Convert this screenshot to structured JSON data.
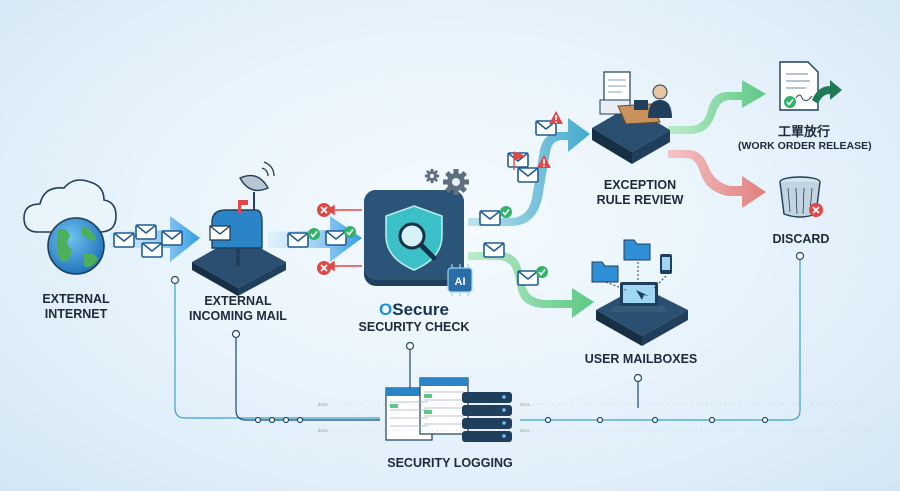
{
  "nodes": {
    "internet": {
      "line1": "EXTERNAL",
      "line2": "INTERNET"
    },
    "incoming": {
      "line1": "EXTERNAL",
      "line2": "INCOMING MAIL"
    },
    "security": {
      "brand_mark": "O",
      "brand_name": "Secure",
      "label": "SECURITY CHECK",
      "chip": "AI"
    },
    "exception": {
      "line1": "EXCEPTION",
      "line2": "RULE REVIEW"
    },
    "mailboxes": {
      "label": "USER MAILBOXES"
    },
    "release": {
      "label_cn": "工單放行",
      "label_en": "(WORK ORDER RELEASE)"
    },
    "discard": {
      "label": "DISCARD"
    },
    "logging": {
      "label": "SECURITY LOGGING"
    }
  },
  "colors": {
    "flow_blue": "#2f9be3",
    "flow_green": "#6ccf8e",
    "flow_red": "#e38b8b",
    "platform": "#1f3f5c",
    "shield": "#3cc0c8",
    "ok_green": "#33b36a",
    "reject_red": "#e04848"
  },
  "icons": [
    "cloud-icon",
    "globe-icon",
    "envelope-icon",
    "mailbox-icon",
    "satellite-dish-icon",
    "shield-icon",
    "magnifier-icon",
    "gear-icon",
    "ai-chip-icon",
    "check-icon",
    "cross-icon",
    "warning-icon",
    "document-icon",
    "reviewer-icon",
    "folder-icon",
    "laptop-icon",
    "phone-icon",
    "trash-icon",
    "server-icon",
    "log-table-icon"
  ]
}
